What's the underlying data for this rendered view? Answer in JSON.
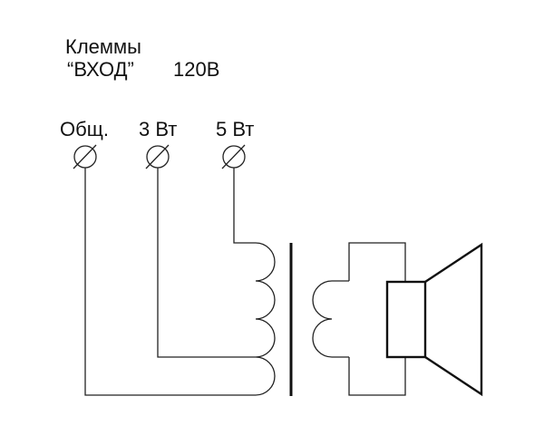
{
  "title": {
    "line1": "Клеммы",
    "line2": "“ВХОД”",
    "voltage": "120В"
  },
  "terminals": [
    {
      "label": "Общ.",
      "id": "common"
    },
    {
      "label": "3 Вт",
      "id": "tap-3w"
    },
    {
      "label": "5 Вт",
      "id": "tap-5w"
    }
  ],
  "components": {
    "primary_winding": "transformer-primary-coil",
    "core": "transformer-core",
    "secondary_winding": "transformer-secondary-coil",
    "speaker": "loudspeaker"
  },
  "colors": {
    "line": "#222222",
    "text": "#111111",
    "background": "#ffffff"
  }
}
